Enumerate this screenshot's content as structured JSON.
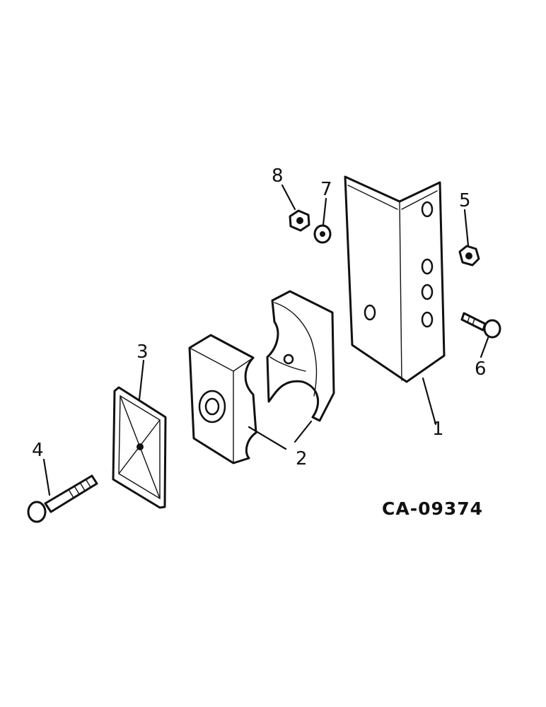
{
  "callouts": {
    "c1": "1",
    "c2": "2",
    "c3": "3",
    "c4": "4",
    "c5": "5",
    "c6": "6",
    "c7": "7",
    "c8": "8"
  },
  "drawing_code": "CA-09374",
  "colors": {
    "line": "#111111",
    "background": "#ffffff"
  }
}
